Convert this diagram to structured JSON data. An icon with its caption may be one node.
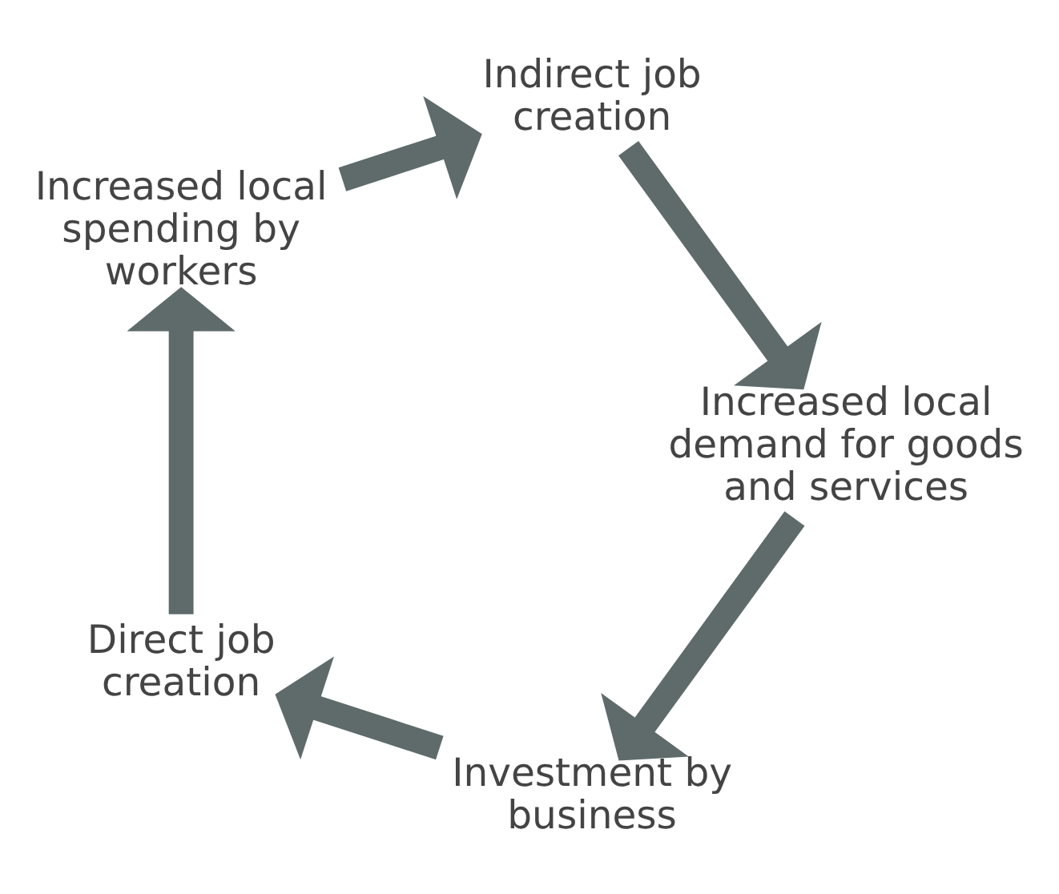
{
  "diagram": {
    "nodes": [
      {
        "text": [
          "Investment by business"
        ]
      },
      {
        "text": [
          "Direct job creation"
        ]
      },
      {
        "text": [
          "Increased local spending by workers"
        ]
      },
      {
        "text": [
          "Indirect job creation"
        ]
      },
      {
        "text": [
          "Increased local demand for goods and services"
        ]
      }
    ],
    "edges": [
      {
        "from": 0,
        "to": 1,
        "arrow": "to"
      },
      {
        "from": 1,
        "to": 2,
        "arrow": "to"
      },
      {
        "from": 2,
        "to": 3,
        "arrow": "to"
      },
      {
        "from": 3,
        "to": 4,
        "arrow": "to"
      },
      {
        "from": 4,
        "to": 0,
        "arrow": "to"
      }
    ]
  }
}
